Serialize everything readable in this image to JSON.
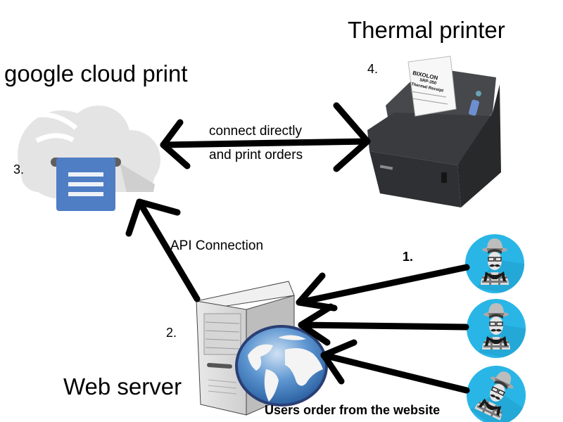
{
  "diagram": {
    "nodes": {
      "cloud_print": {
        "title": "google cloud print",
        "step": "3.",
        "icon": "cloud-print-icon"
      },
      "printer": {
        "title": "Thermal printer",
        "step": "4.",
        "icon": "thermal-printer-icon",
        "receipt_brand": "BIXOLON",
        "receipt_model": "SRP-350",
        "receipt_text": "Thermal Receipt"
      },
      "server": {
        "title": "Web server",
        "step": "2.",
        "icon": "web-server-globe-icon"
      },
      "users": {
        "step": "1.",
        "caption": "Users order from the website",
        "count": 3,
        "icon": "user-avatar-icon"
      }
    },
    "edges": [
      {
        "from": "cloud_print",
        "to": "printer",
        "bidirectional": true,
        "label_line1": "connect directly",
        "label_line2": "and print orders"
      },
      {
        "from": "server",
        "to": "cloud_print",
        "label": "API Connection"
      },
      {
        "from": "users",
        "to": "server",
        "count": 3
      }
    ],
    "colors": {
      "cloud": "#e3e3e3",
      "doc_blue": "#4f7ec5",
      "avatar_blue": "#29b6e6",
      "avatar_shadow": "#1f9ccb",
      "printer_body": "#3a3b3d",
      "globe_blue": "#3f7fc1",
      "arrow": "#000000"
    }
  }
}
